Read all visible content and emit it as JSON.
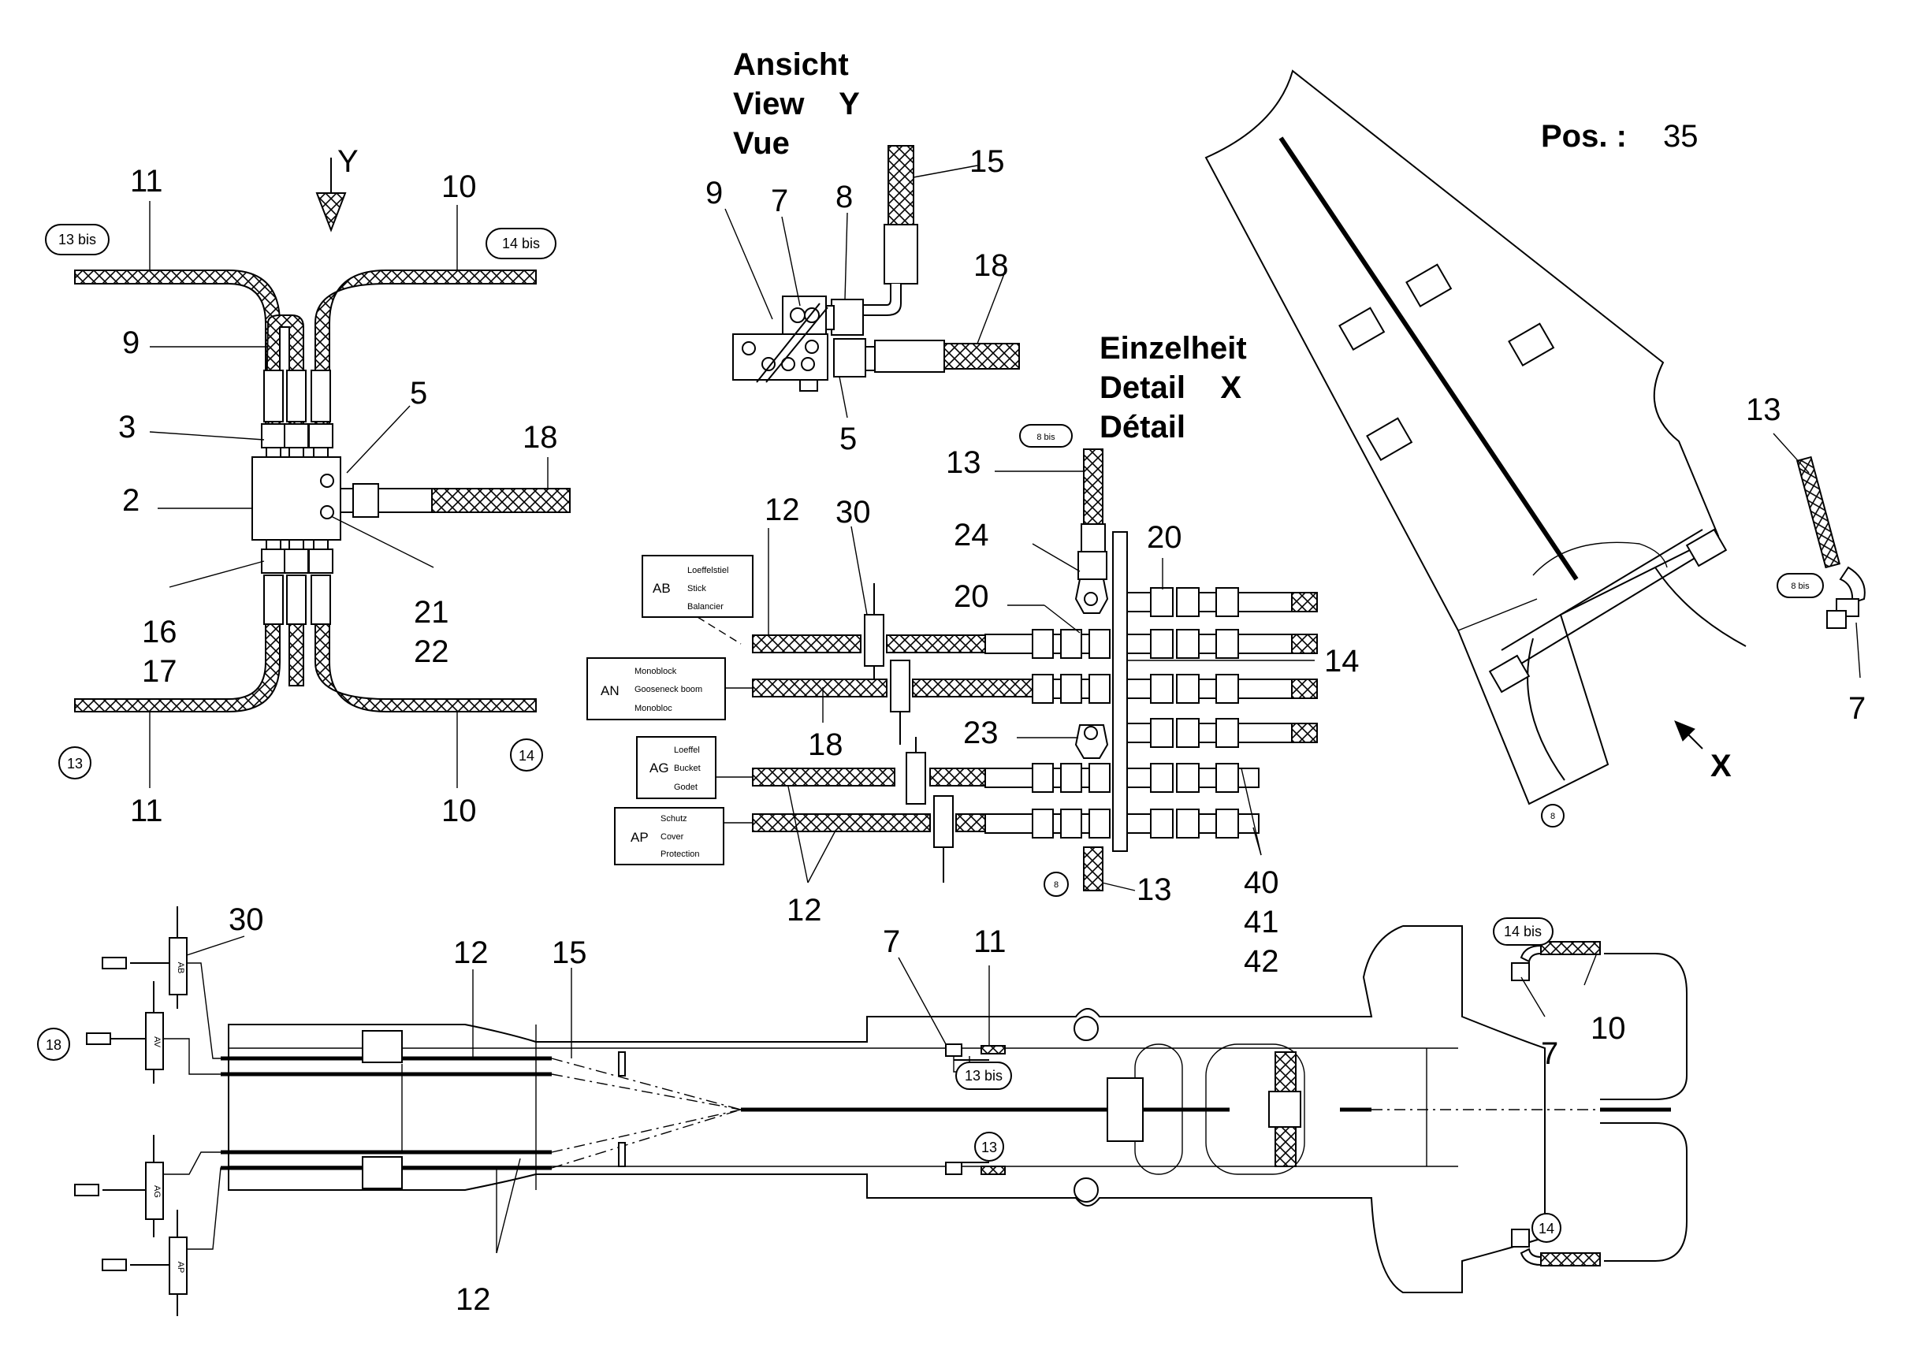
{
  "view_y": {
    "title_lines": [
      "Ansicht",
      "View    Y",
      "Vue"
    ],
    "labels": [
      "9",
      "7",
      "8",
      "15",
      "18",
      "5"
    ]
  },
  "detail_x": {
    "title_lines": [
      "Einzelheit",
      "Detail    X",
      "Détail"
    ],
    "labels": [
      "13",
      "24",
      "20",
      "20",
      "14",
      "23",
      "13",
      "40",
      "41",
      "42",
      "12",
      "30",
      "18",
      "12"
    ],
    "tags": [
      "8 bis",
      "8"
    ],
    "groups": [
      {
        "code": "AB",
        "lines": [
          "Loeffelstiel",
          "Stick",
          "Balancier"
        ]
      },
      {
        "code": "AN",
        "lines": [
          "Monoblock",
          "Gooseneck boom",
          "Monobloc"
        ]
      },
      {
        "code": "AG",
        "lines": [
          "Loeffel",
          "Bucket",
          "Godet"
        ]
      },
      {
        "code": "AP",
        "lines": [
          "Schutz",
          "Cover",
          "Protection"
        ]
      }
    ]
  },
  "left_block": {
    "arrow_label": "Y",
    "labels": [
      "11",
      "10",
      "9",
      "3",
      "5",
      "18",
      "2",
      "16",
      "17",
      "21",
      "22",
      "11",
      "10"
    ],
    "tags": [
      "13 bis",
      "14 bis",
      "13",
      "14"
    ]
  },
  "boom": {
    "pos_label": "Pos. :",
    "pos_value": "35",
    "labels": [
      "13",
      "7"
    ],
    "arrow_label": "X",
    "tags": [
      "8 bis",
      "8"
    ]
  },
  "bottom": {
    "labels": [
      "30",
      "12",
      "15",
      "7",
      "11",
      "10",
      "7",
      "12"
    ],
    "tags": [
      "18",
      "13 bis",
      "13",
      "14 bis",
      "14"
    ],
    "valve_codes": [
      "AB",
      "AV",
      "AG",
      "AP"
    ]
  }
}
